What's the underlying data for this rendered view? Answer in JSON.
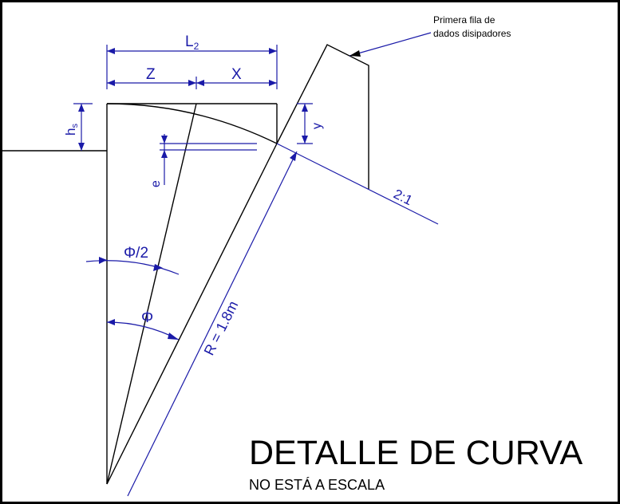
{
  "colors": {
    "dimension": "#1a1aa8",
    "geometry": "#000000",
    "background": "#ffffff"
  },
  "labels": {
    "l2": "L",
    "l2_sub": "2",
    "z": "Z",
    "x": "X",
    "hs": "h",
    "hs_sub": "s",
    "y": "y",
    "e": "e",
    "slope": "2:1",
    "phi_half": "Φ/2",
    "phi": "Φ",
    "radius": "R = 1.8m",
    "callout_line1": "Primera fila de",
    "callout_line2": "dados disipadores"
  },
  "title": {
    "main": "DETALLE DE CURVA",
    "sub": "NO ESTÁ A ESCALA"
  }
}
